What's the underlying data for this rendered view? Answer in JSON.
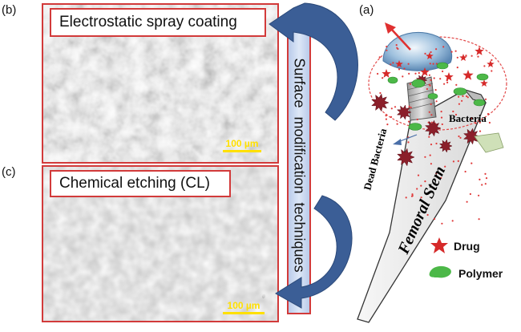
{
  "panels": {
    "b": {
      "letter": "(b)",
      "title": "Electrostatic spray coating",
      "scale": "100 µm"
    },
    "c": {
      "letter": "(c)",
      "title": "Chemical etching (CL)",
      "scale": "100 µm"
    },
    "a": {
      "letter": "(a)"
    }
  },
  "band_label": "Surface modification techniques",
  "schematic": {
    "bacteria": "Bacteria",
    "dead_bacteria": "Dead Bacteria",
    "stem": "Femoral Stem",
    "legend": [
      {
        "symbol": "drug-star-icon",
        "label": "Drug",
        "color": "#d62a2a"
      },
      {
        "symbol": "polymer-blob-icon",
        "label": "Polymer",
        "color": "#4cb848"
      }
    ]
  },
  "colors": {
    "frame": "#d23a3a",
    "arrow": "#3b5e96",
    "band": "#c7d6ef",
    "scale": "#ffe000"
  }
}
